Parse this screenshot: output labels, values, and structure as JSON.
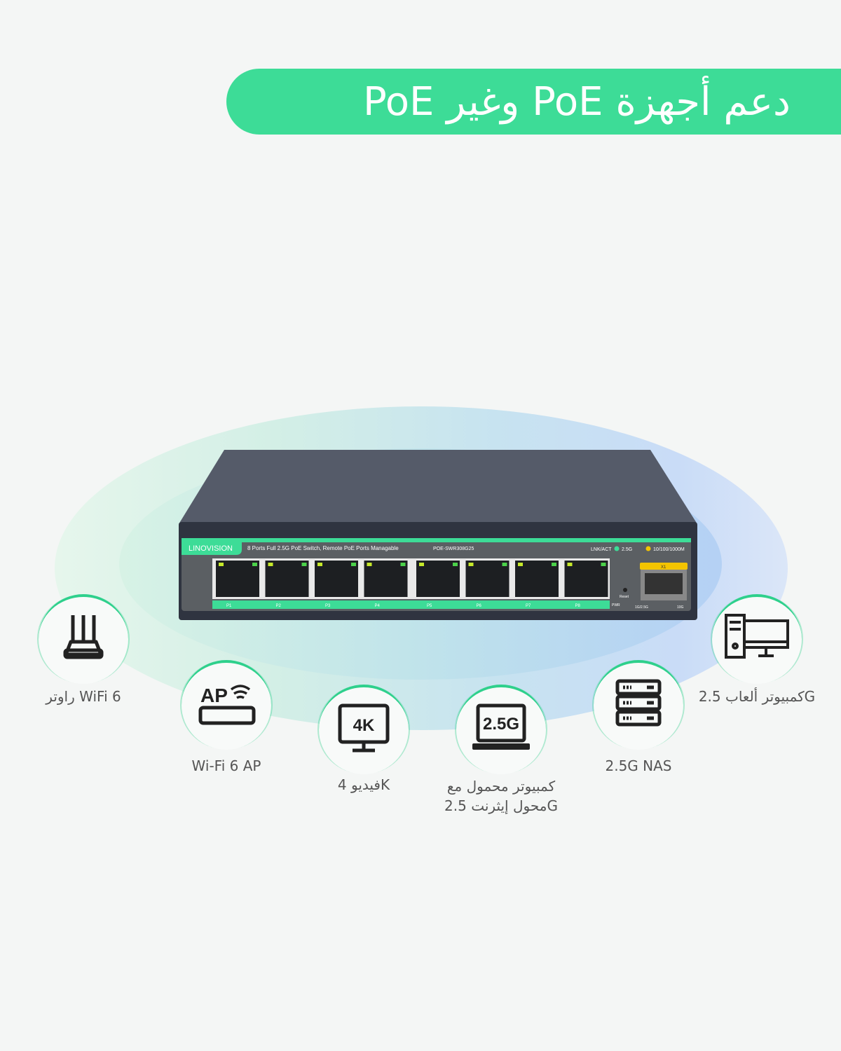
{
  "banner": {
    "title": "دعم أجهزة PoE وغير PoE"
  },
  "switch": {
    "brand": "LINOVISION",
    "description": "8 Ports Full 2.5G PoE Switch, Remote PoE Ports Managable",
    "model": "POE-SWR308G25",
    "legend_link": "LNK/ACT",
    "legend_25g": "2.5G",
    "legend_1g": "10/100/1000M",
    "ports": [
      "P1",
      "P2",
      "P3",
      "P4",
      "P5",
      "P6",
      "P7",
      "P8"
    ],
    "sfp": "X1",
    "reset": "Reset",
    "pwr": "PWR",
    "sfp_speed1": "1G/2.5G",
    "sfp_speed2": "10G"
  },
  "devices": [
    {
      "icon": "router-icon",
      "label": "راوتر WiFi 6"
    },
    {
      "icon": "access-point-icon",
      "label": "Wi-Fi 6 AP",
      "icon_text": "AP"
    },
    {
      "icon": "monitor-4k-icon",
      "label": "فيديو 4K",
      "icon_text": "4K"
    },
    {
      "icon": "laptop-icon",
      "label": "كمبيوتر محمول مع",
      "label2": "محول إيثرنت 2.5G",
      "icon_text": "2.5G"
    },
    {
      "icon": "nas-icon",
      "label": "2.5G NAS"
    },
    {
      "icon": "desktop-pc-icon",
      "label": "كمبيوتر ألعاب 2.5G"
    }
  ],
  "colors": {
    "accent": "#3ddc97",
    "switch_body": "#3a404c",
    "switch_panel": "#5a5e63"
  }
}
